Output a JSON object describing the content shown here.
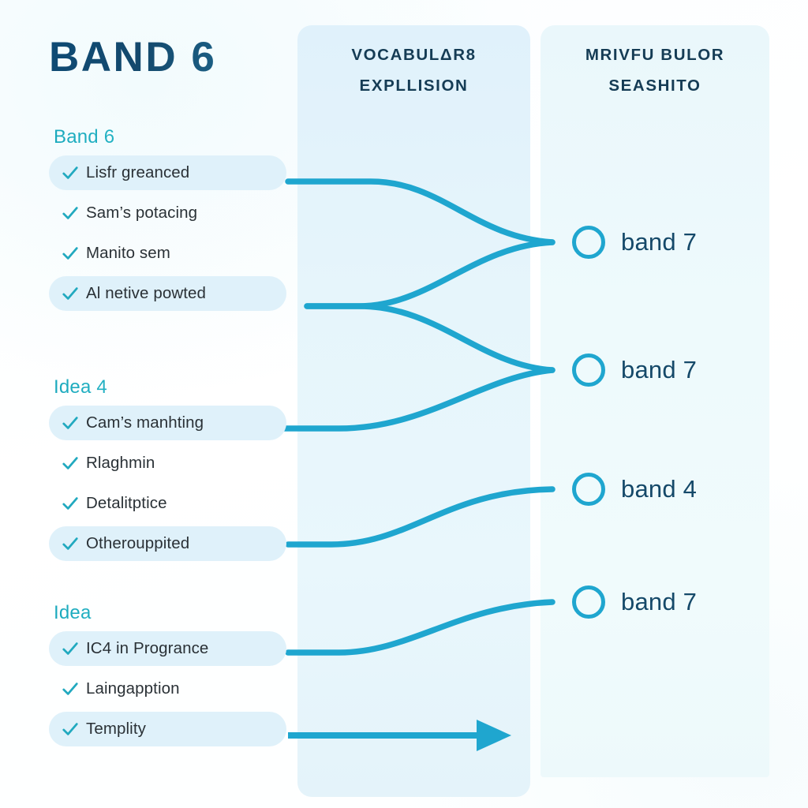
{
  "page_title": "BAND 6",
  "columns": {
    "middle_header": "VOCABULΔR8\nEXPLLISION",
    "right_header": "MRIVFU BULOR\nSEASHITO"
  },
  "colors": {
    "accent": "#1fa6cf",
    "title": "#10456b",
    "group_title": "#28b7c7",
    "pill_bg": "#dff1fa",
    "mid_panel": "#e6f5fb",
    "right_panel": "#eefafc"
  },
  "groups": [
    {
      "title": "Band 6",
      "items": [
        {
          "label": "Lisfr greanced",
          "pill": true,
          "icon": "check-icon"
        },
        {
          "label": "Sam’s potacing",
          "pill": false,
          "icon": "check-icon"
        },
        {
          "label": "Manito sem",
          "pill": false,
          "icon": "check-icon"
        },
        {
          "label": "Al netive powted",
          "pill": true,
          "icon": "check-icon"
        }
      ]
    },
    {
      "title": "Idea 4",
      "items": [
        {
          "label": "Cam’s manhting",
          "pill": true,
          "icon": "check-icon"
        },
        {
          "label": "Rlaghmin",
          "pill": false,
          "icon": "check-icon"
        },
        {
          "label": "Detalitptice",
          "pill": false,
          "icon": "check-icon"
        },
        {
          "label": "Otherouppited",
          "pill": true,
          "icon": "check-icon"
        }
      ]
    },
    {
      "title": "Idea",
      "items": [
        {
          "label": "IC4 in Progrance",
          "pill": true,
          "icon": "check-icon"
        },
        {
          "label": "Laingapption",
          "pill": false,
          "icon": "check-icon"
        },
        {
          "label": "Templity",
          "pill": true,
          "icon": "check-icon"
        }
      ]
    }
  ],
  "outcomes": [
    {
      "label": "band 7",
      "icon": "circle-outline-icon"
    },
    {
      "label": "band 7",
      "icon": "circle-outline-icon"
    },
    {
      "label": "band 4",
      "icon": "circle-outline-icon"
    },
    {
      "label": "band 7",
      "icon": "circle-outline-icon"
    }
  ],
  "connectors": {
    "arrow_icon": "arrow-right-icon",
    "count": 6
  }
}
